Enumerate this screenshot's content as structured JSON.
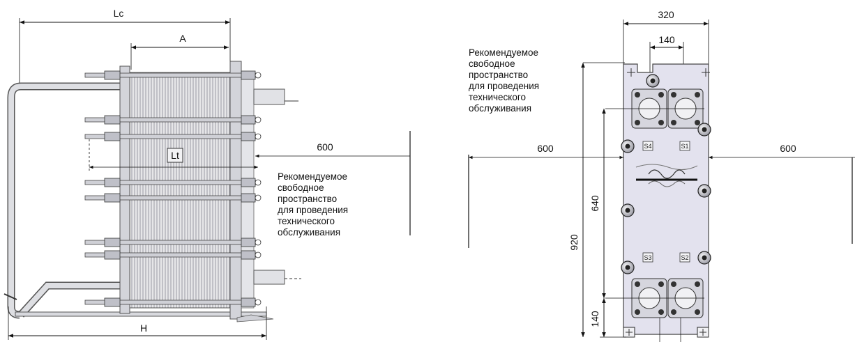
{
  "side_view": {
    "dim_Lc": "Lc",
    "dim_A": "A",
    "dim_Lt": "Lt",
    "dim_H": "H",
    "dim_600": "600",
    "note_lines": [
      "Рекомендуемое",
      "свободное",
      "пространство",
      "для проведения",
      "технического",
      "обслуживания"
    ]
  },
  "front_view": {
    "dim_320": "320",
    "dim_140_top": "140",
    "dim_600_left": "600",
    "dim_600_right": "600",
    "dim_640": "640",
    "dim_920": "920",
    "dim_140_bottom": "140",
    "port_S4": "S4",
    "port_S1": "S1",
    "port_S3": "S3",
    "port_S2": "S2",
    "note_lines": [
      "Рекомендуемое",
      "свободное",
      "пространство",
      "для проведения",
      "технического",
      "обслуживания"
    ]
  }
}
